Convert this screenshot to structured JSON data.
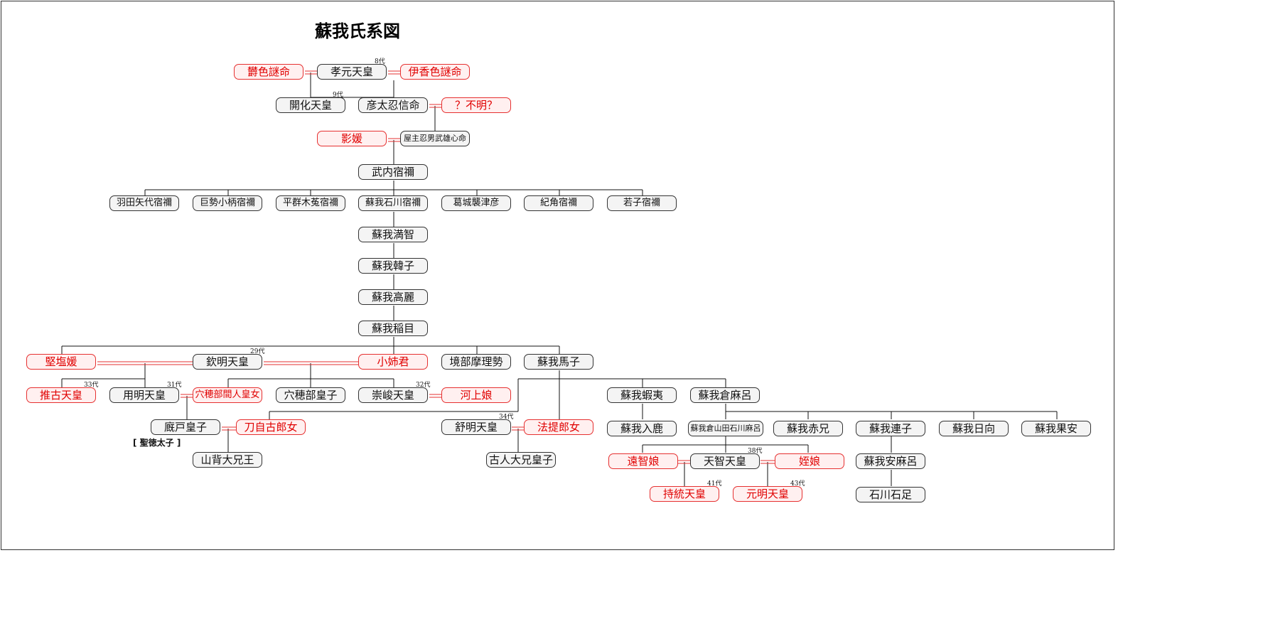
{
  "title": "蘇我氏系図",
  "nodes": {
    "azokoshikome": "欝色謎命",
    "kogen": "孝元天皇",
    "ikagashikome": "伊香色謎命",
    "kaika": "開化天皇",
    "hikofutsu": "彦太忍信命",
    "fumei": "？不明？",
    "kagehime": "影媛",
    "yanushi": "屋主忍男武雄心命",
    "takeuchi": "武内宿禰",
    "hata": "羽田矢代宿禰",
    "kose": "巨勢小柄宿禰",
    "heguri": "平群木菟宿禰",
    "soga_ishikawa": "蘇我石川宿禰",
    "katsuragi": "葛城襲津彦",
    "ki": "紀角宿禰",
    "wakago": "若子宿禰",
    "machi": "蘇我満智",
    "karako": "蘇我韓子",
    "koma": "蘇我高麗",
    "iname": "蘇我稲目",
    "kitashihime": "堅塩媛",
    "kinmei": "欽明天皇",
    "oane": "小姉君",
    "sakaibe": "境部摩理勢",
    "umako": "蘇我馬子",
    "suiko": "推古天皇",
    "yomei": "用明天皇",
    "anahobe_hashihito": "穴穂部間人皇女",
    "anahobe_oji": "穴穂部皇子",
    "sushun": "崇峻天皇",
    "kawakami": "河上娘",
    "emishi": "蘇我蝦夷",
    "kuramaro": "蘇我倉麻呂",
    "umayado": "廐戸皇子",
    "tojiko": "刀自古郎女",
    "jomei": "舒明天皇",
    "hoteno": "法提郎女",
    "iruka": "蘇我入鹿",
    "kurayamada": "蘇我倉山田石川麻呂",
    "akae": "蘇我赤兄",
    "murajiko": "蘇我連子",
    "himuka": "蘇我日向",
    "hatayasu": "蘇我果安",
    "yamashiro": "山背大兄王",
    "furuhito": "古人大兄皇子",
    "ochi": "遠智娘",
    "tenji": "天智天皇",
    "mei": "姪娘",
    "yasumaro": "蘇我安麻呂",
    "jito": "持統天皇",
    "genmei": "元明天皇",
    "ishikawa_ishitari": "石川石足"
  },
  "generations": {
    "kogen": "8代",
    "kaika": "9代",
    "kinmei": "29代",
    "suiko": "33代",
    "yomei": "31代",
    "sushun": "32代",
    "jomei": "34代",
    "tenji": "38代",
    "jito": "41代",
    "genmei": "43代"
  },
  "notes": {
    "shotoku": "[ 聖徳太子 ]"
  },
  "colors": {
    "female_border": "#e63030",
    "female_fill": "#fff0f0",
    "female_text": "#e00000",
    "male_border": "#333333",
    "male_fill": "#f4f4f4",
    "line": "#111111",
    "marriage_line": "#e63030"
  }
}
